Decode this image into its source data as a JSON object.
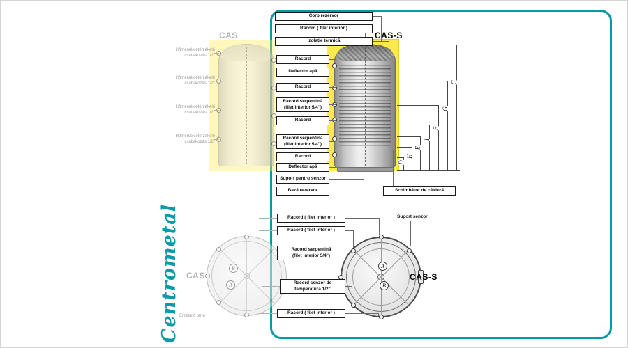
{
  "colors": {
    "frame_teal": "#0a98a6",
    "insulation_yellow": "#ffe94d",
    "logo_teal": "#0d9aa8"
  },
  "logo": {
    "text": "Centrometal"
  },
  "front": {
    "model_left": "CAS",
    "model_right": "CAS-S",
    "sensor_labels_hu": [
      "Hőmérsékletérzékelő\ncsatlakozás 1/2\"",
      "Hőmérsékletérzékelő\ncsatlakozás 1/2\"",
      "Hőmérsékletérzékelő\ncsatlakozás 1/2\"",
      "Hőmérsékletérzékelő\ncsatlakozás 1/2\""
    ],
    "callouts": [
      "Corp rezervor",
      "Racord ( filet interior )",
      "Izolație termică",
      "Racord",
      "Deflector apă",
      "Racord",
      "Racord serpentină\n(filet interior 5/4\")",
      "Racord",
      "Racord serpentină\n(filet interior 5/4\")",
      "Racord",
      "Deflector apă",
      "Suport pentru senzor",
      "Bază rezervor"
    ],
    "heat_exchanger_label": "Schimbător de căldură",
    "dimension_letters": [
      "C",
      "G",
      "F",
      "I",
      "E",
      "H",
      "D"
    ]
  },
  "top": {
    "model_left": "CAS",
    "model_right": "CAS-S",
    "callouts": [
      "Racord ( filet interior )",
      "Racord ( filet interior )",
      "Racord serpentină\n(filet interior 5/4\")",
      "Racord senzor de\ntemperatură 1/2\"",
      "Racord ( filet interior )"
    ],
    "support_sensor_label": "Suport senzor",
    "sensor_holder_label_hu": "Érzékelő tartó",
    "ports": {
      "a": "A",
      "b": "B"
    }
  }
}
